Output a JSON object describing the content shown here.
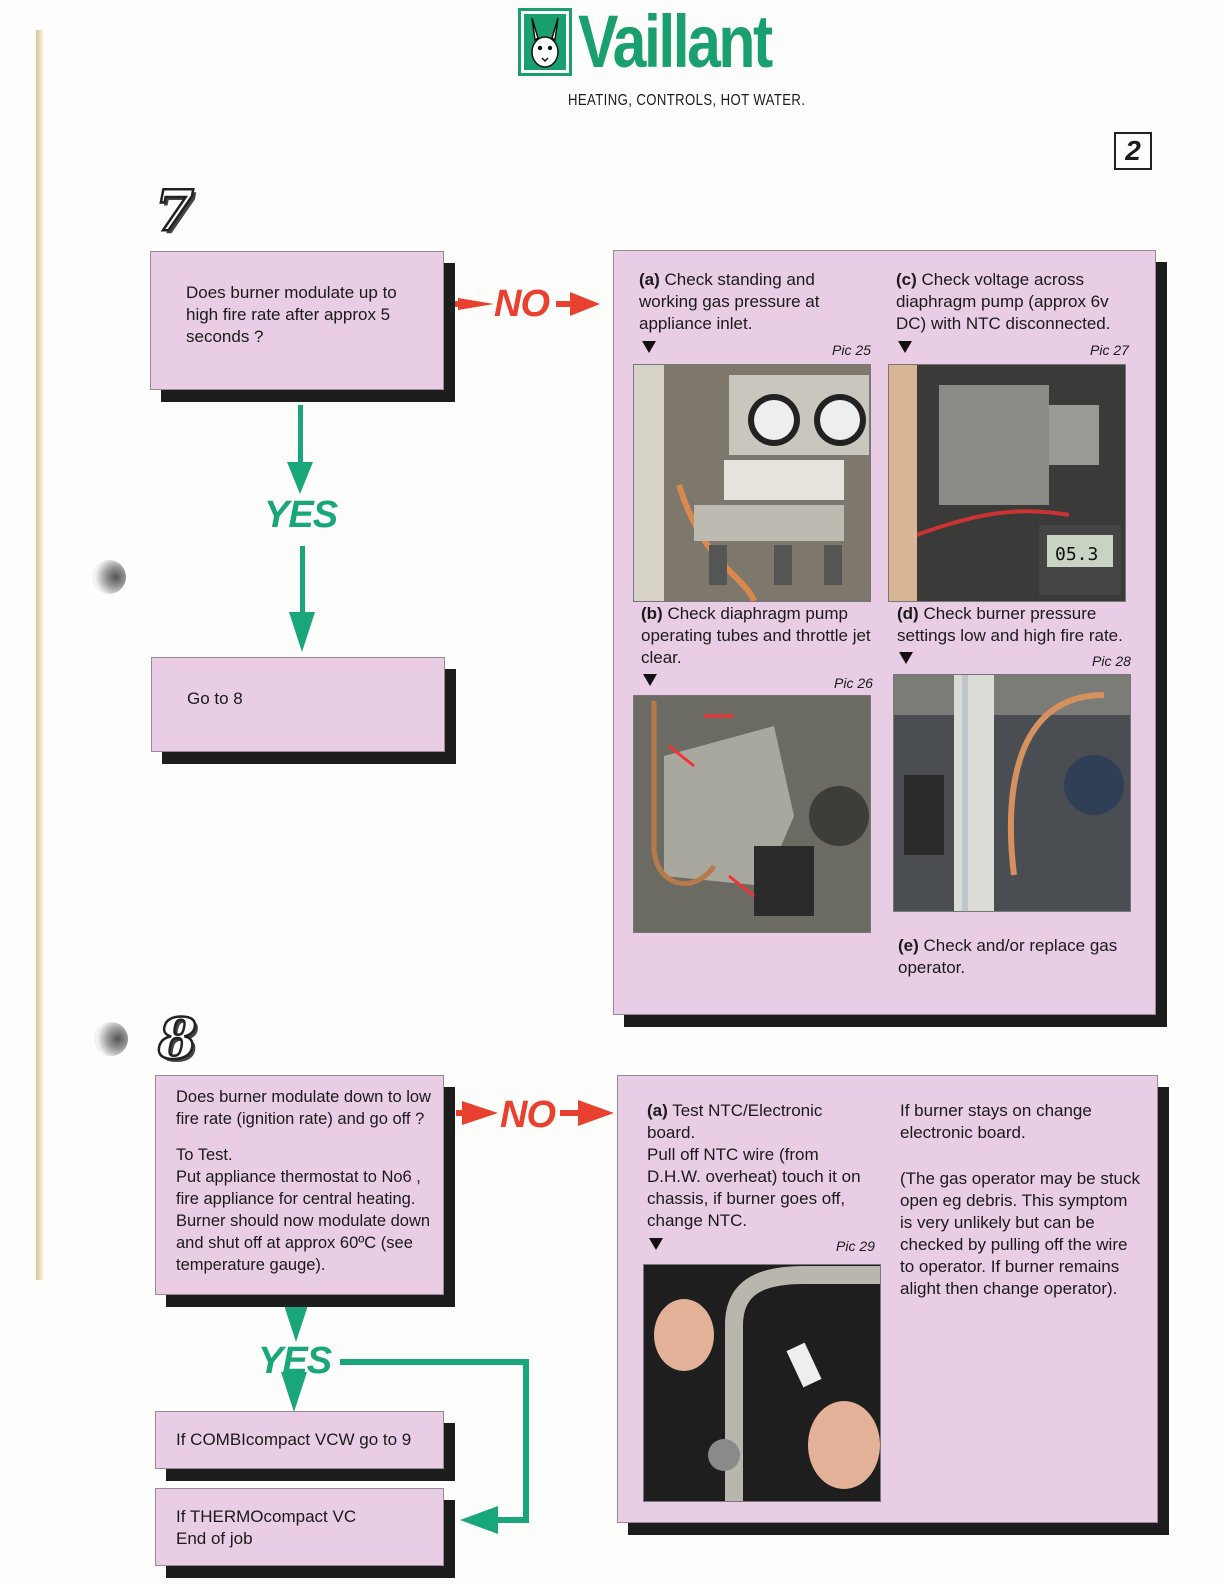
{
  "brand": {
    "name": "Vaillant",
    "tagline": "HEATING, CONTROLS, HOT WATER.",
    "color": "#1aa06e"
  },
  "page_number": "2",
  "step7": {
    "number": "7",
    "question": "Does burner modulate up to high fire rate after approx 5 seconds ?",
    "no_label": "NO",
    "yes_label": "YES",
    "goto": "Go to 8",
    "checks": {
      "a": {
        "letter": "(a)",
        "text": "Check standing and working gas pressure at appliance inlet.",
        "pic": "Pic 25"
      },
      "c": {
        "letter": "(c)",
        "text": "Check voltage across diaphragm pump (approx 6v DC) with NTC disconnected.",
        "pic": "Pic 27"
      },
      "b": {
        "letter": "(b)",
        "text": "Check diaphragm pump operating tubes and throttle jet clear.",
        "pic": "Pic 26"
      },
      "d": {
        "letter": "(d)",
        "text": "Check burner pressure settings low and high fire rate.",
        "pic": "Pic 28"
      },
      "e": {
        "letter": "(e)",
        "text": "Check and/or replace gas operator."
      }
    },
    "meter_reading": "05.3"
  },
  "step8": {
    "number": "8",
    "question": "Does burner modulate down to low fire rate (ignition rate) and go off ?",
    "test_title": "To Test.",
    "test_text": "Put appliance thermostat to No6 , fire appliance for central heating. Burner should now modulate down and shut off at approx 60ºC (see temperature gauge).",
    "no_label": "NO",
    "yes_label": "YES",
    "combi": "If COMBIcompact VCW go to 9",
    "thermo_line1": "If THERMOcompact VC",
    "thermo_line2": "End of job",
    "check_a": {
      "letter": "(a)",
      "title": "Test NTC/Electronic board.",
      "text": "Pull off NTC wire (from D.H.W. overheat) touch it on chassis, if burner goes off, change NTC.",
      "pic": "Pic 29"
    },
    "right_1": "If burner stays on change electronic board.",
    "right_2": "(The gas operator may be stuck open eg debris. This symptom is very unlikely but can be checked by pulling off the wire to operator. If burner remains alight then change operator)."
  },
  "colors": {
    "box_fill": "#e8cde4",
    "yes": "#1aa67b",
    "no": "#e8412f"
  }
}
